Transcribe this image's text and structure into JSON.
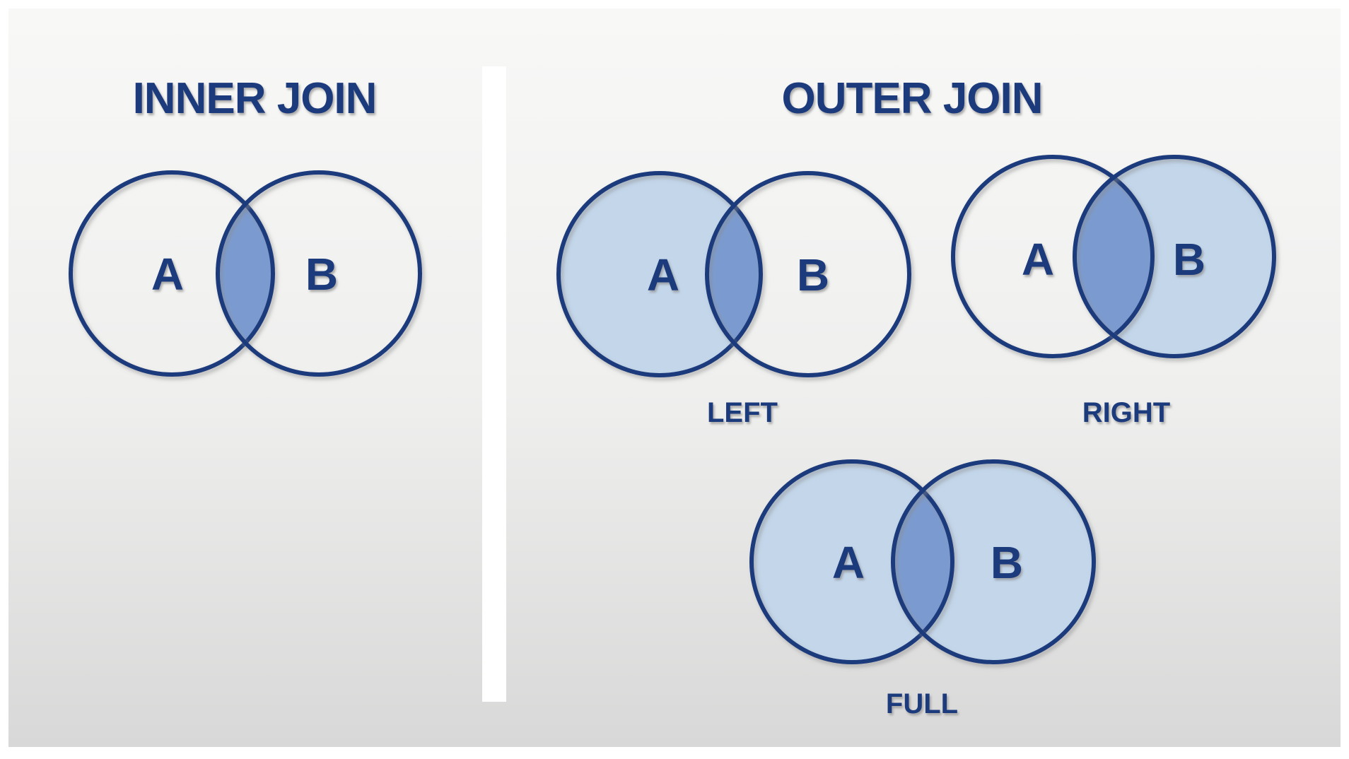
{
  "colors": {
    "navy": "#1b3a7c",
    "fill-light": "#c3d6ea",
    "fill-overlap": "#7b9bd0",
    "bg-top": "#f8f8f7",
    "bg-bottom": "#d8d8d8",
    "divider": "#ffffff"
  },
  "inner_section": {
    "title": "INNER JOIN",
    "venn": {
      "set_a": "A",
      "set_b": "B"
    }
  },
  "outer_section": {
    "title": "OUTER JOIN",
    "left_venn": {
      "set_a": "A",
      "set_b": "B",
      "caption": "LEFT"
    },
    "right_venn": {
      "set_a": "A",
      "set_b": "B",
      "caption": "RIGHT"
    },
    "full_venn": {
      "set_a": "A",
      "set_b": "B",
      "caption": "FULL"
    }
  }
}
